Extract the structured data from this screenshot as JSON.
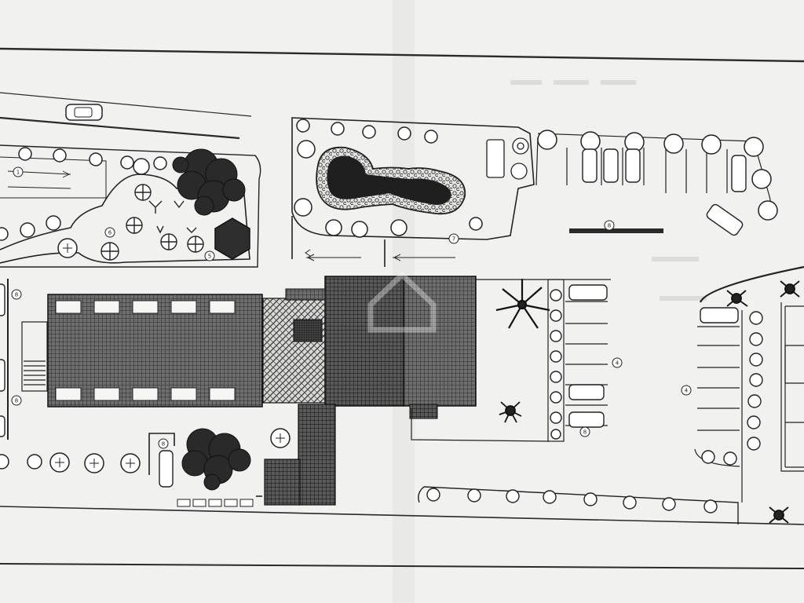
{
  "site_plan": {
    "circled_labels": [
      {
        "key": "lbl_1",
        "text": "1"
      },
      {
        "key": "lbl_5",
        "text": "5"
      },
      {
        "key": "lbl_6",
        "text": "6"
      },
      {
        "key": "lbl_7",
        "text": "7"
      },
      {
        "key": "lbl_8a",
        "text": "8"
      },
      {
        "key": "lbl_8b",
        "text": "8"
      },
      {
        "key": "lbl_8c",
        "text": "8"
      },
      {
        "key": "lbl_8d",
        "text": "8"
      },
      {
        "key": "lbl_8e",
        "text": "8"
      },
      {
        "key": "lbl_4a",
        "text": "4"
      },
      {
        "key": "lbl_4b",
        "text": "4"
      }
    ]
  },
  "colors": {
    "paper": "#f1f1ef",
    "ink": "#222222",
    "roof_dark": "#3a3a3a",
    "roof_light": "#8a8a8a"
  }
}
